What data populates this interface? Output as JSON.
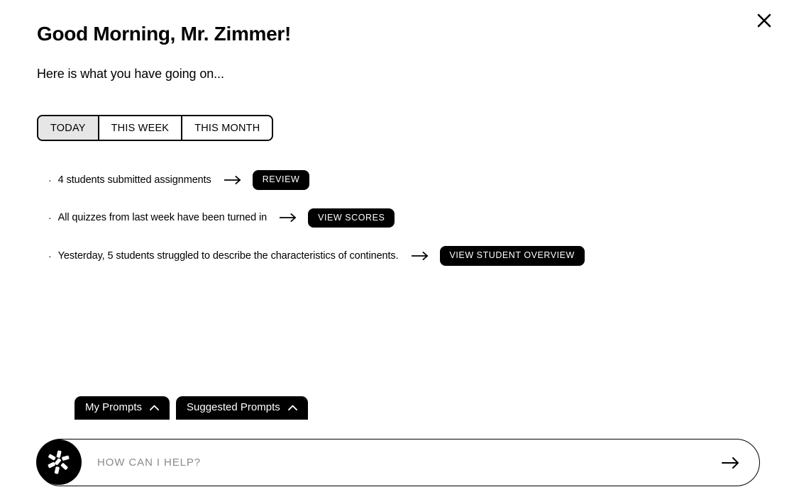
{
  "header": {
    "greeting": "Good Morning, Mr. Zimmer!",
    "subtitle": "Here is what you have going on...",
    "close_icon": "close-icon"
  },
  "filters": {
    "tabs": [
      {
        "label": "TODAY",
        "active": true
      },
      {
        "label": "THIS WEEK",
        "active": false
      },
      {
        "label": "THIS MONTH",
        "active": false
      }
    ]
  },
  "activities": [
    {
      "bullet": "·",
      "text": "4 students submitted assignments",
      "arrow_icon": "arrow-right-icon",
      "action_label": "REVIEW"
    },
    {
      "bullet": "·",
      "text": "All quizzes from last week have been turned in",
      "arrow_icon": "arrow-right-icon",
      "action_label": "VIEW SCORES"
    },
    {
      "bullet": "·",
      "text": "Yesterday, 5 students struggled to describe the characteristics of continents.",
      "arrow_icon": "arrow-right-icon",
      "action_label": "VIEW STUDENT OVERVIEW"
    }
  ],
  "prompt_tabs": [
    {
      "label": "My Prompts",
      "chevron_icon": "chevron-up-icon"
    },
    {
      "label": "Suggested Prompts",
      "chevron_icon": "chevron-up-icon"
    }
  ],
  "chat": {
    "placeholder": "HOW CAN I HELP?",
    "value": "",
    "send_icon": "arrow-right-icon",
    "logo_icon": "assistant-sparkle-logo"
  },
  "colors": {
    "background": "#ffffff",
    "foreground": "#000000",
    "active_tab_fill": "#e6e6e6",
    "placeholder": "#8a8a8a"
  }
}
